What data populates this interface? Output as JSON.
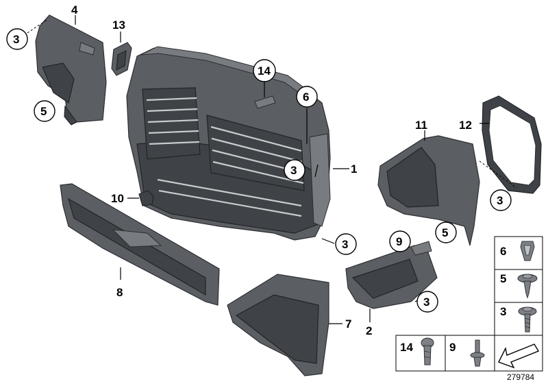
{
  "callouts": {
    "c1": "1",
    "c2": "2",
    "c3a": "3",
    "c3b": "3",
    "c3c": "3",
    "c3d": "3",
    "c3e": "3",
    "c4": "4",
    "c5a": "5",
    "c5b": "5",
    "c6": "6",
    "c7": "7",
    "c8": "8",
    "c9": "9",
    "c10": "10",
    "c11": "11",
    "c12": "12",
    "c13": "13",
    "c14": "14"
  },
  "legend": {
    "item6": "6",
    "item5": "5",
    "item3": "3",
    "item14": "14",
    "item9": "9"
  },
  "diagram_id": "279784"
}
